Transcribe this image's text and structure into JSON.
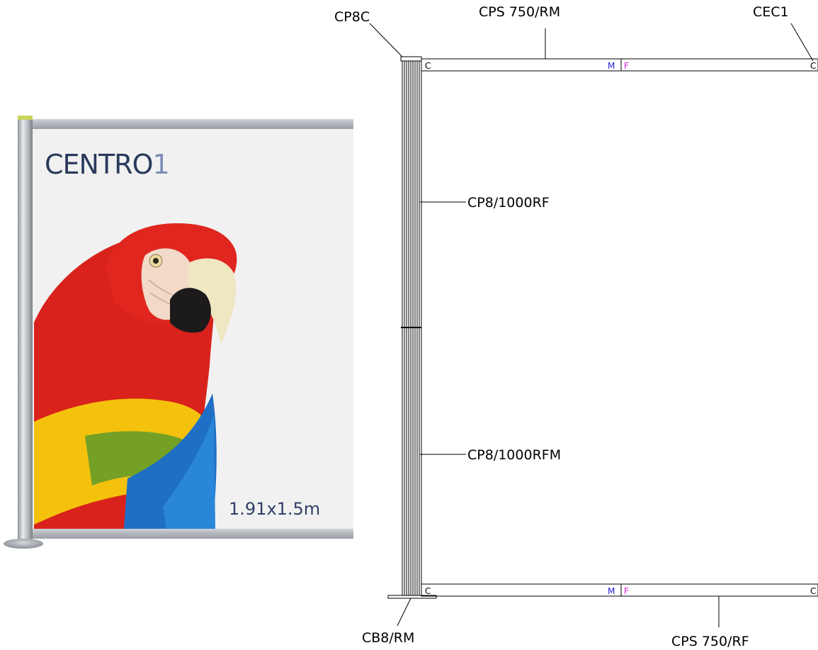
{
  "banner": {
    "title_main": "CENTRO",
    "title_accent": "1",
    "size": "1.91x1.5m"
  },
  "parts": {
    "top_post_cap": "CP8C",
    "top_rail": "CPS 750/RM",
    "end_cap": "CEC1",
    "upper_pole": "CP8/1000RF",
    "lower_pole": "CP8/1000RFM",
    "base": "CB8/RM",
    "bottom_rail": "CPS 750/RF"
  },
  "rail_markers": {
    "cap_left": "C",
    "male": "M",
    "female": "F",
    "cap_right": "C"
  },
  "colors": {
    "male_marker": "#1f1fd6",
    "female_marker": "#d61fd6",
    "banner_title": "#2a3a5c",
    "banner_accent": "#7d8db6"
  }
}
